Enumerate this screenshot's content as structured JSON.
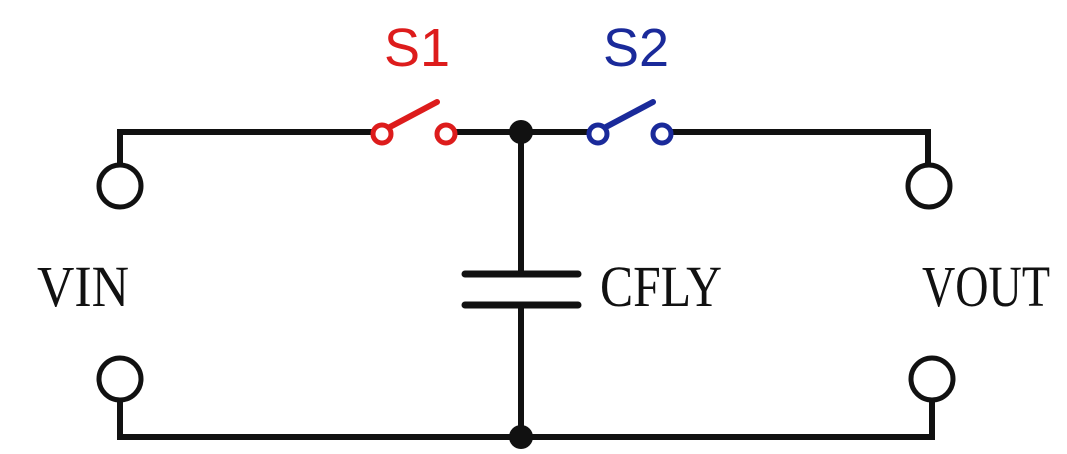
{
  "diagram": {
    "labels": {
      "s1": "S1",
      "s2": "S2",
      "cfly": "CFLY",
      "vin": "VIN",
      "vout": "VOUT"
    },
    "colors": {
      "wire": "#111111",
      "s1": "#dd1c1c",
      "s2": "#1a2a9a",
      "background": "#ffffff"
    }
  }
}
